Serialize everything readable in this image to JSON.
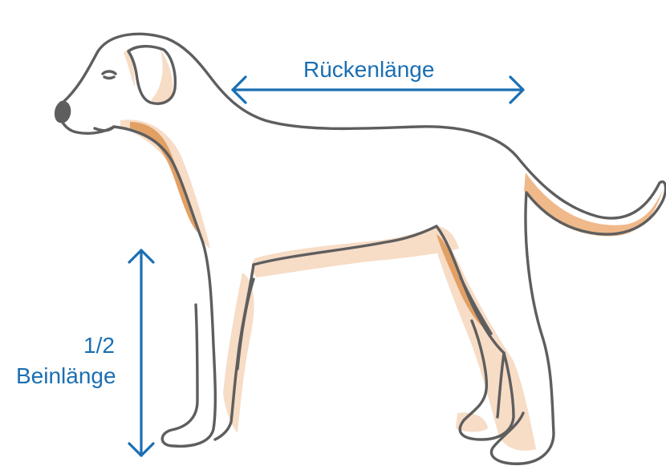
{
  "labels": {
    "back_length": "Rückenlänge",
    "leg_length_fraction": "1/2",
    "leg_length": "Beinlänge"
  },
  "colors": {
    "outline": "#5e5e5e",
    "fur_shadow_light": "#f7dcc6",
    "fur_shadow_dark": "#e2a064",
    "arrow": "#1a6fb3",
    "label_text": "#1a6fb3",
    "dog_fill": "#ffffff"
  },
  "icons": {
    "nose": "nose-icon",
    "eye": "eye-icon",
    "ear": "ear-icon"
  }
}
